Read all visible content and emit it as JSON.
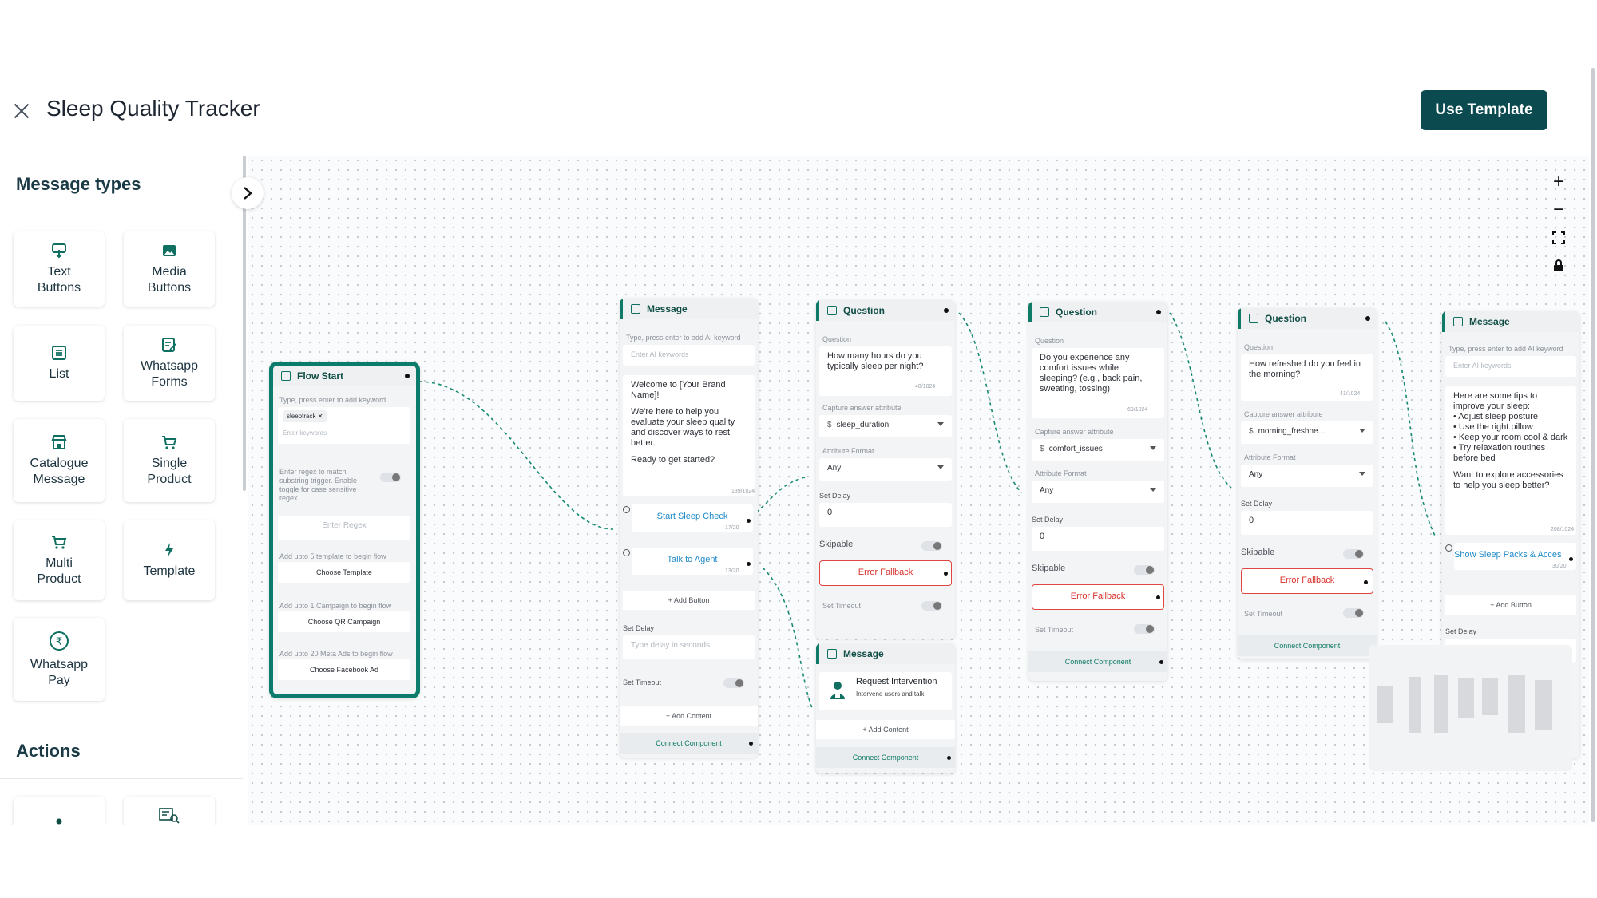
{
  "app": {
    "title": "Sleep Quality Tracker",
    "cta": "Use Template"
  },
  "sidebar": {
    "heading_messages": "Message types",
    "tiles": [
      "Text\nButtons",
      "Media\nButtons",
      "List",
      "Whatsapp\nForms",
      "Catalogue\nMessage",
      "Single\nProduct",
      "Multi\nProduct",
      "Template",
      "Whatsapp\nPay"
    ],
    "heading_actions": "Actions"
  },
  "zoom": {
    "plus": "+",
    "minus": "−",
    "fit": "⛶",
    "lock": "🔒"
  },
  "flow_start": {
    "title": "Flow Start",
    "keyword_label": "Type, press enter to add keyword",
    "keyword_chip": "sleeptrack",
    "keyword_placeholder": "Enter keywords",
    "regex_help": "Enter regex to match substring trigger. Enable toggle for case sensitive regex.",
    "regex_placeholder": "Enter Regex",
    "template_label": "Add upto 5 template to begin flow",
    "template_btn": "Choose Template",
    "campaign_label": "Add upto 1 Campaign to begin flow",
    "campaign_btn": "Choose QR Campaign",
    "ads_label": "Add upto 20 Meta Ads to begin flow",
    "ads_btn": "Choose Facebook Ad"
  },
  "message1": {
    "title": "Message",
    "ai_label": "Type, press enter to add AI keyword",
    "ai_placeholder": "Enter AI keywords",
    "body_1": "Welcome to [Your Brand Name]!",
    "body_2": "We're here to help you evaluate your sleep quality and discover ways to rest better.",
    "body_3": "Ready to get started?",
    "counter": "139/1024",
    "button1": "Start Sleep Check",
    "button1_count": "17/20",
    "button2": "Talk to Agent",
    "button2_count": "13/20",
    "add_button": "+ Add Button",
    "delay_label": "Set Delay",
    "delay_placeholder": "Type delay in seconds...",
    "timeout_label": "Set Timeout",
    "add_content": "+ Add Content",
    "connect": "Connect Component"
  },
  "question1": {
    "title": "Question",
    "q_label": "Question",
    "q_text": "How many hours do you typically sleep per night?",
    "counter": "48/1024",
    "capture_label": "Capture answer attribute",
    "attribute": "sleep_duration",
    "format_label": "Attribute Format",
    "format": "Any",
    "delay_label": "Set Delay",
    "delay": "0",
    "skip_label": "Skipable",
    "fallback": "Error Fallback",
    "timeout_label": "Set Timeout"
  },
  "message2": {
    "title": "Message",
    "name": "Request Intervention",
    "desc": "Intervene users and talk",
    "add_content": "+ Add Content",
    "connect": "Connect Component"
  },
  "question2": {
    "title": "Question",
    "q_label": "Question",
    "q_text": "Do you experience any comfort issues while sleeping? (e.g., back pain, sweating, tossing)",
    "counter": "69/1024",
    "capture_label": "Capture answer attribute",
    "attribute": "comfort_issues",
    "format_label": "Attribute Format",
    "format": "Any",
    "delay_label": "Set Delay",
    "delay": "0",
    "skip_label": "Skipable",
    "fallback": "Error Fallback",
    "timeout_label": "Set Timeout",
    "connect": "Connect Component"
  },
  "question3": {
    "title": "Question",
    "q_label": "Question",
    "q_text": "How refreshed do you feel in the morning?",
    "counter": "41/1024",
    "capture_label": "Capture answer attribute",
    "attribute": "morning_freshne...",
    "format_label": "Attribute Format",
    "format": "Any",
    "delay_label": "Set Delay",
    "delay": "0",
    "skip_label": "Skipable",
    "fallback": "Error Fallback",
    "timeout_label": "Set Timeout",
    "connect": "Connect Component"
  },
  "message3": {
    "title": "Message",
    "ai_label": "Type, press enter to add AI keyword",
    "ai_placeholder": "Enter AI keywords",
    "body_1": "Here are some tips to improve your sleep:",
    "tips": [
      "• Adjust sleep posture",
      "• Use the right pillow",
      "• Keep your room cool & dark",
      "• Try relaxation routines before bed"
    ],
    "body_2": "Want to explore accessories to help you sleep better?",
    "counter": "208/1024",
    "button1": "Show Sleep Packs & Acces",
    "button1_count": "30/20",
    "add_button": "+ Add Button",
    "delay_label": "Set Delay"
  },
  "colors": {
    "brand": "#0b4a4f",
    "accent": "#0f7a66",
    "error": "#e1453f",
    "link": "#1f8ac9"
  }
}
